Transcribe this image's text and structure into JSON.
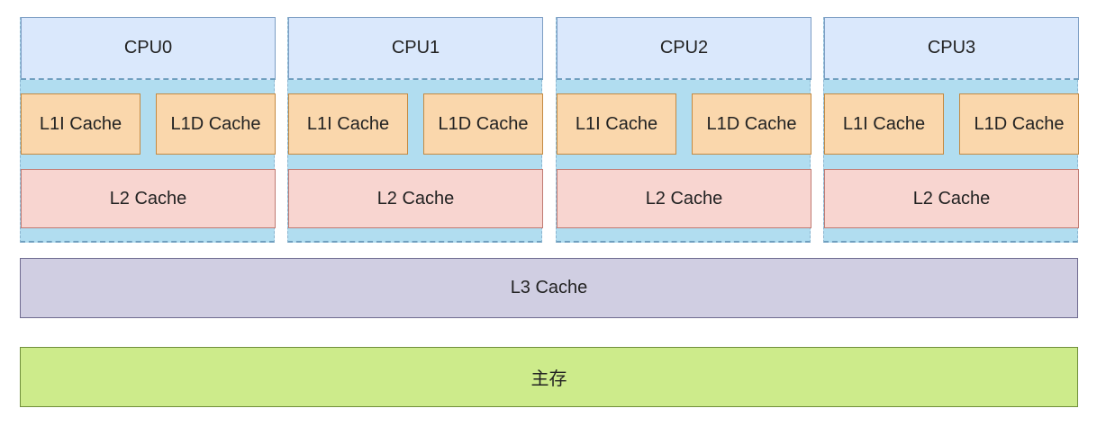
{
  "cpus": [
    {
      "name": "CPU0",
      "l1i": "L1I Cache",
      "l1d": "L1D Cache",
      "l2": "L2 Cache"
    },
    {
      "name": "CPU1",
      "l1i": "L1I Cache",
      "l1d": "L1D Cache",
      "l2": "L2 Cache"
    },
    {
      "name": "CPU2",
      "l1i": "L1I Cache",
      "l1d": "L1D Cache",
      "l2": "L2 Cache"
    },
    {
      "name": "CPU3",
      "l1i": "L1I Cache",
      "l1d": "L1D Cache",
      "l2": "L2 Cache"
    }
  ],
  "l3": "L3 Cache",
  "main_memory": "主存",
  "colors": {
    "cpu": "#dae8fc",
    "l1": "#fad7ac",
    "l2": "#f8d5d0",
    "core_group": "#b1ddf0",
    "l3": "#d0cee2",
    "main_memory": "#cdeb8b"
  }
}
